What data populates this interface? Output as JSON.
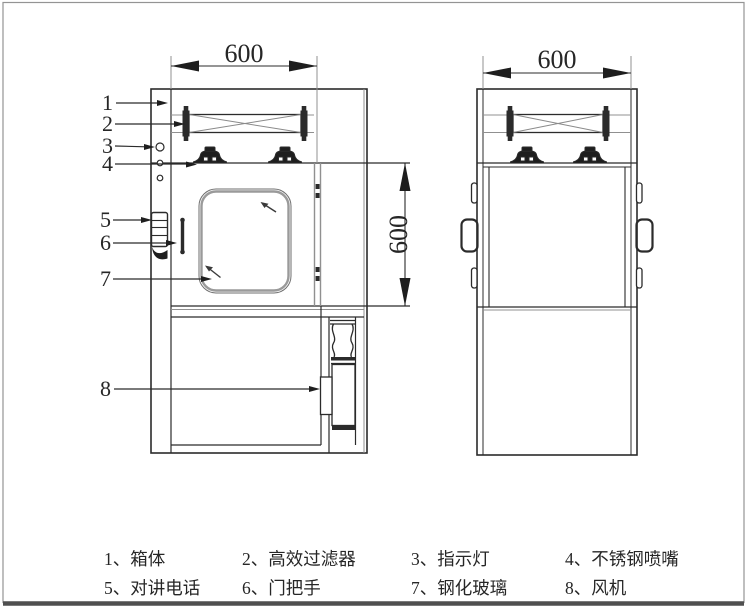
{
  "page": {
    "background": "#ffffff",
    "line_color": "#2b2b2b",
    "aux_line_color": "#909090",
    "frame_bottom_color": "#4f4f4f"
  },
  "dimensions": {
    "front_top_width": "600",
    "front_door_height": "600",
    "side_top_width": "600"
  },
  "callouts": [
    {
      "num": "1"
    },
    {
      "num": "2"
    },
    {
      "num": "3"
    },
    {
      "num": "4"
    },
    {
      "num": "5"
    },
    {
      "num": "6"
    },
    {
      "num": "7"
    },
    {
      "num": "8"
    }
  ],
  "legend": {
    "items": [
      "1、箱体",
      "2、高效过滤器",
      "3、指示灯",
      "4、不锈钢喷嘴",
      "5、对讲电话",
      "6、门把手",
      "7、钢化玻璃",
      "8、风机"
    ]
  }
}
